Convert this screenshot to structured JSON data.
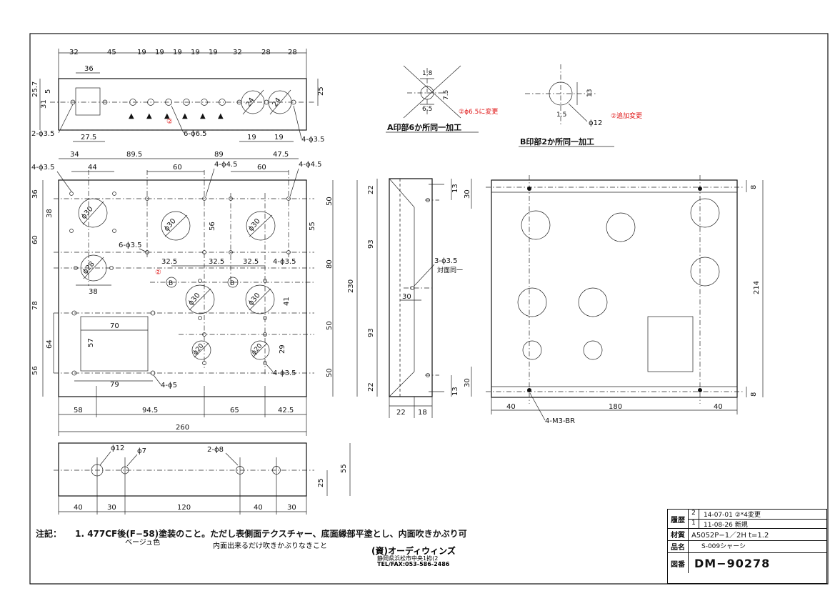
{
  "dims": {
    "top_h": [
      "32",
      "45",
      "19",
      "19",
      "19",
      "19",
      "19",
      "32",
      "28",
      "28"
    ],
    "top_36": "36",
    "top_277": "27.5",
    "top_19a": "19",
    "top_19b": "19",
    "top_257": "25.7",
    "top_31": "31",
    "top_5": "5",
    "top_25": "25",
    "top_24a": "24",
    "top_24b": "24",
    "top_2phi35": "2-ϕ3.5",
    "top_6phi65": "6-ϕ6.5",
    "top_4phi35": "4-ϕ3.5",
    "front_h": [
      "34",
      "89.5",
      "89",
      "47.5"
    ],
    "front_44": "44",
    "front_60a": "60",
    "front_60b": "60",
    "front_4phi35a": "4-ϕ3.5",
    "front_4phi45a": "4-ϕ4.5",
    "front_4phi45b": "4-ϕ4.5",
    "front_left_v": [
      "36",
      "60",
      "78",
      "56"
    ],
    "front_38a": "38",
    "front_64": "64",
    "front_6phi35": "6-ϕ3.5",
    "front_38b": "38",
    "front_325": [
      "32.5",
      "32.5",
      "32.5"
    ],
    "front_4phi35b": "4-ϕ3.5",
    "front_4phi35c": "4-ϕ3.5",
    "front_70": "70",
    "front_57": "57",
    "front_79": "79",
    "front_4phi5": "4-ϕ5",
    "front_56": "56",
    "front_55": "55",
    "front_41": "41",
    "front_29": "29",
    "front_right_v": [
      "50",
      "80",
      "50",
      "50"
    ],
    "front_230": "230",
    "phi30a": "ϕ30",
    "phi30b": "ϕ30",
    "phi30c": "ϕ30",
    "phi30d": "ϕ30",
    "phi30e": "ϕ30",
    "phi20a": "ϕ20",
    "phi20b": "ϕ20",
    "phi28": "ϕ28",
    "bottom_h": [
      "58",
      "94.5",
      "65",
      "42.5"
    ],
    "bottom_260": "260",
    "rear_phi12": "ϕ12",
    "rear_phi7": "ϕ7",
    "rear_2phi8": "2-ϕ8",
    "rear_h": [
      "40",
      "30",
      "120",
      "40",
      "30"
    ],
    "rear_55": "55",
    "rear_25": "25",
    "side_22a": "22",
    "side_93a": "93",
    "side_93b": "93",
    "side_22b": "22",
    "side_13a": "13",
    "side_30a": "30",
    "side_13b": "13",
    "side_30b": "30",
    "side_3phi35": "3-ϕ3.5",
    "side_taimen": "対面同一",
    "side_30c": "30",
    "side_22c": "22",
    "side_18": "18",
    "bot_8a": "8",
    "bot_8b": "8",
    "bot_214": "214",
    "bot_40a": "40",
    "bot_180": "180",
    "bot_40b": "40",
    "bot_m3": "4-M3-BR",
    "a_18": "1.8",
    "a_75": "7.5",
    "a_65": "6.5",
    "a_change": "②ϕ6.5に変更",
    "a_caption": "A印部6か所同一加工",
    "b_13": "13",
    "b_15": "1.5",
    "b_phi12": "ϕ12",
    "b_add": "②追加変更",
    "b_caption": "B印部2か所同一加工",
    "rev_mark": "②",
    "rev_mark2": "②"
  },
  "notes": {
    "label": "注記：",
    "line1": "1. 477CF後(F−58)塗装のこと。ただし表側面テクスチャー、底面縁部平塗とし、内面吹きかぶり可",
    "line2": "ベージュ色",
    "line3": "内面出来るだけ吹きかぶりなきこと"
  },
  "company": {
    "name": "(資)オーディウィンズ",
    "address": "静岡県浜松市中央1拵(2",
    "tel": "TEL/FAX:053-586-2486"
  },
  "title_block": {
    "rev_label": "履歴",
    "rev": [
      {
        "no": "2",
        "text": "14-07-01 ②*4変更"
      },
      {
        "no": "1",
        "text": "11-08-26 新規"
      }
    ],
    "material_label": "材質",
    "material": "A5052P−1／2H t=1.2",
    "part_label": "品名",
    "part": "S-009シャーシ",
    "drawing_label": "図番",
    "drawing_no": "DM−90278"
  }
}
